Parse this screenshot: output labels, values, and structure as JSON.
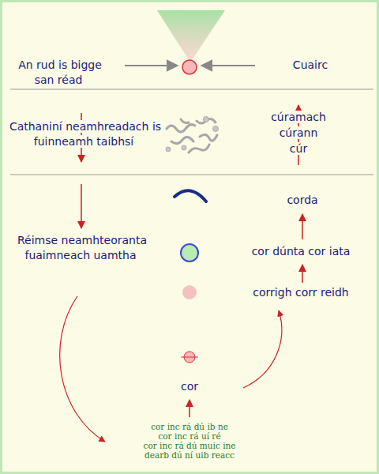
{
  "diagram": {
    "labels": [
      "An rud is bigge san réad",
      "Cuairc",
      "Cathaniní neamhreadach is fuinneamh taibhsí",
      "cúramach",
      "cúrann",
      "cúr",
      "corda",
      "Réimse neamhteoranta fuaimneach uamtha",
      "cor dúnta cor iata",
      "corrigh corr reidh",
      "cor",
      "cor inc rá dú ib ne",
      "cor inc rá uí ré",
      "cor inc rá dú muic ine",
      "dearb dú ní uib reacc"
    ]
  }
}
